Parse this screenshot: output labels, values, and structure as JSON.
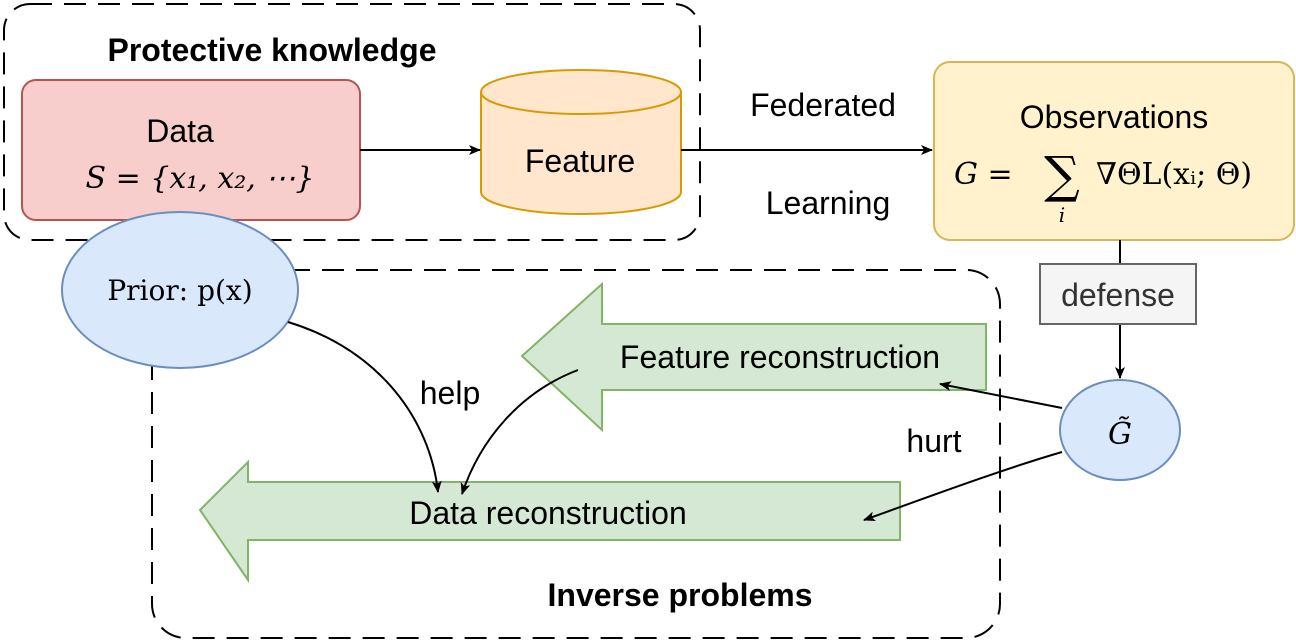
{
  "groups": {
    "protective_title": "Protective knowledge",
    "inverse_title": "Inverse problems"
  },
  "data_box": {
    "title": "Data",
    "formula": "S = {x₁, x₂, ⋯}"
  },
  "feature_cylinder": {
    "label": "Feature"
  },
  "federated_edge": {
    "line1": "Federated",
    "line2": "Learning"
  },
  "observations_box": {
    "title": "Observations",
    "formula_lhs": "G =",
    "sum_symbol": "∑",
    "sum_index": "i",
    "formula_rhs": "∇ΘL(xᵢ; Θ)"
  },
  "defense_label": "defense",
  "g_tilde_node": {
    "label": "G̃"
  },
  "prior_node": {
    "label": "Prior: p(x)"
  },
  "feature_reconstruction_arrow": {
    "label": "Feature reconstruction"
  },
  "data_reconstruction_arrow": {
    "label": "Data reconstruction"
  },
  "edge_labels": {
    "help": "help",
    "hurt": "hurt"
  },
  "colors": {
    "data_fill": "#f8cecc",
    "data_stroke": "#b85450",
    "feature_fill": "#ffe6cc",
    "feature_stroke": "#d79b00",
    "observations_fill": "#fff2cc",
    "observations_stroke": "#d6b656",
    "node_fill": "#dae8fc",
    "node_stroke": "#6c8ebf",
    "arrow_fill": "#d5e8d4",
    "arrow_stroke": "#82b366",
    "defense_fill": "#f5f5f5",
    "defense_stroke": "#666666"
  }
}
